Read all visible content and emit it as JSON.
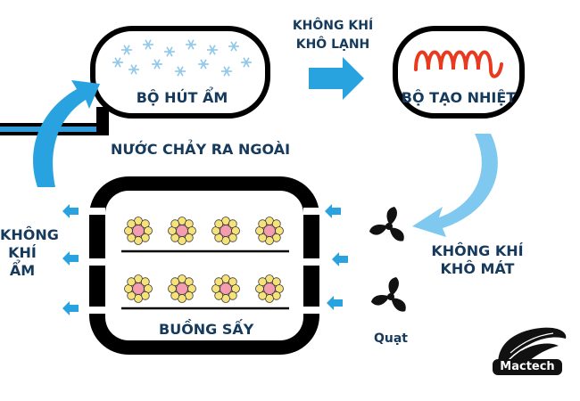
{
  "dehumidifier": {
    "label": "BỘ HÚT ẨM",
    "icon": "snowflake-icon"
  },
  "heater": {
    "label": "BỘ TẠO NHIỆT",
    "icon": "heating-coil-icon"
  },
  "drying_chamber": {
    "label": "BUỒNG SẤY",
    "icon": "flower-icon"
  },
  "flows": {
    "cold_dry_air": [
      "KHÔNG KHÍ",
      "KHÔ LẠNH"
    ],
    "water_out": "NƯỚC CHẢY RA NGOÀI",
    "humid_air": [
      "KHÔNG",
      "KHÍ",
      "ẨM"
    ],
    "dry_cool_air": [
      "KHÔNG KHÍ",
      "KHÔ MÁT"
    ]
  },
  "fan": {
    "label": "Quạt",
    "icon": "fan-icon"
  },
  "logo": {
    "text": "Mactech",
    "icon": "feather-logo-icon"
  },
  "colors": {
    "arrow_blue": "#29a3e0",
    "arrow_light_blue": "#7fc8f0",
    "text_navy": "#163a5c",
    "coil_red": "#e83a1e",
    "flower_petal": "#f7e27a",
    "flower_center": "#f59cb0"
  }
}
